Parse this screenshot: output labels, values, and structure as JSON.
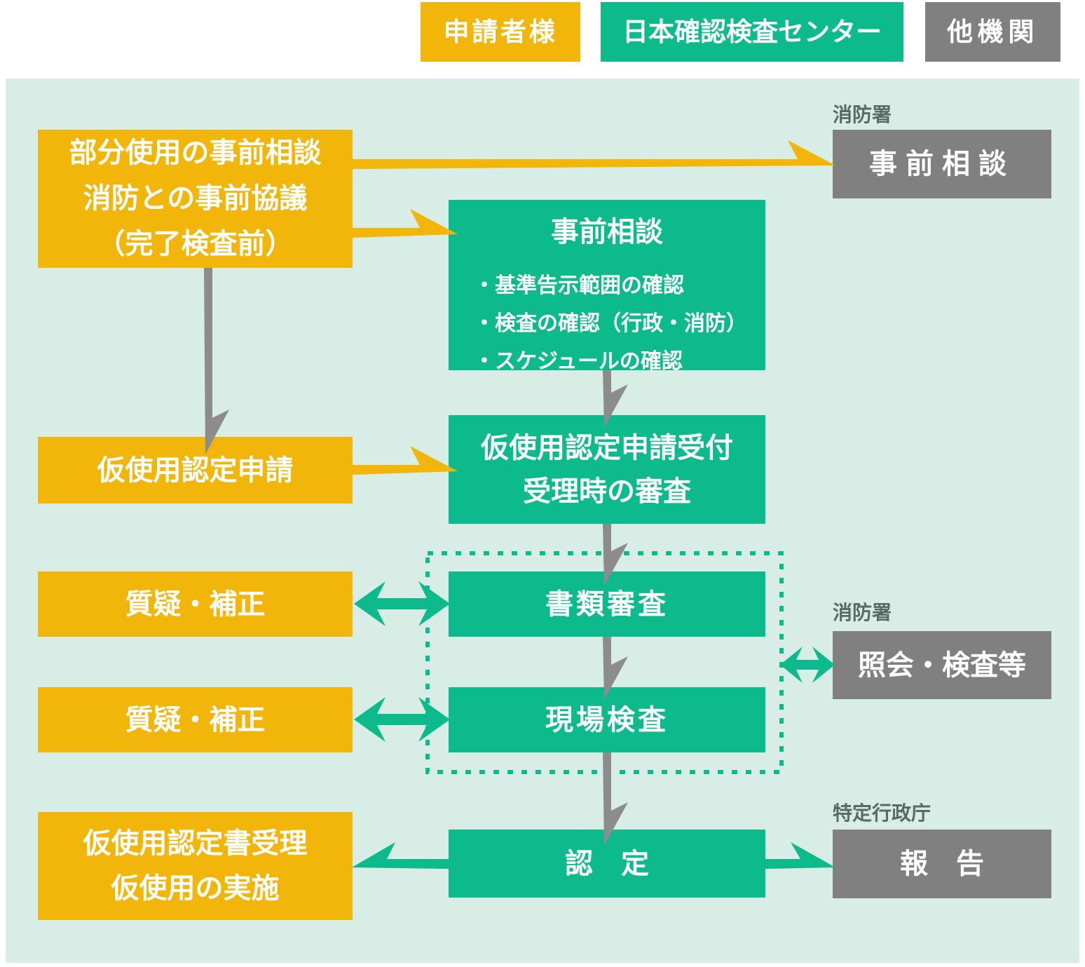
{
  "legend": {
    "applicant": "申請者様",
    "center": "日本確認検査センター",
    "other": "他機関"
  },
  "applicant_column": {
    "pre_consult": {
      "lines": [
        "部分使用の事前相談",
        "消防との事前協議",
        "（完了検査前）"
      ]
    },
    "application": "仮使用認定申請",
    "qa_1": "質疑・補正",
    "qa_2": "質疑・補正",
    "certificate": {
      "lines": [
        "仮使用認定書受理",
        "仮使用の実施"
      ]
    }
  },
  "center_column": {
    "pre_consult": {
      "title": "事前相談",
      "bullets": [
        "・基準告示範囲の確認",
        "・検査の確認（行政・消防）",
        "・スケジュールの確認"
      ]
    },
    "reception": {
      "lines": [
        "仮使用認定申請受付",
        "受理時の審査"
      ]
    },
    "document_review": "書類審査",
    "site_inspection": "現場検査",
    "approval": "認　定"
  },
  "other_column": {
    "fire_pre_consult": {
      "agency": "消防署",
      "label": "事前相談"
    },
    "fire_inquiry": {
      "agency": "消防署",
      "label": "照会・検査等"
    },
    "report": {
      "agency": "特定行政庁",
      "label": "報　告"
    }
  },
  "colors": {
    "applicant_yellow": "#F2B50A",
    "center_green": "#0DBA8C",
    "other_gray": "#808080",
    "background_mint": "#D8EDE5",
    "arrow_gray": "#8C8C8C",
    "agency_label_text": "#5A6A64",
    "box_text": "#FFFFFF"
  }
}
